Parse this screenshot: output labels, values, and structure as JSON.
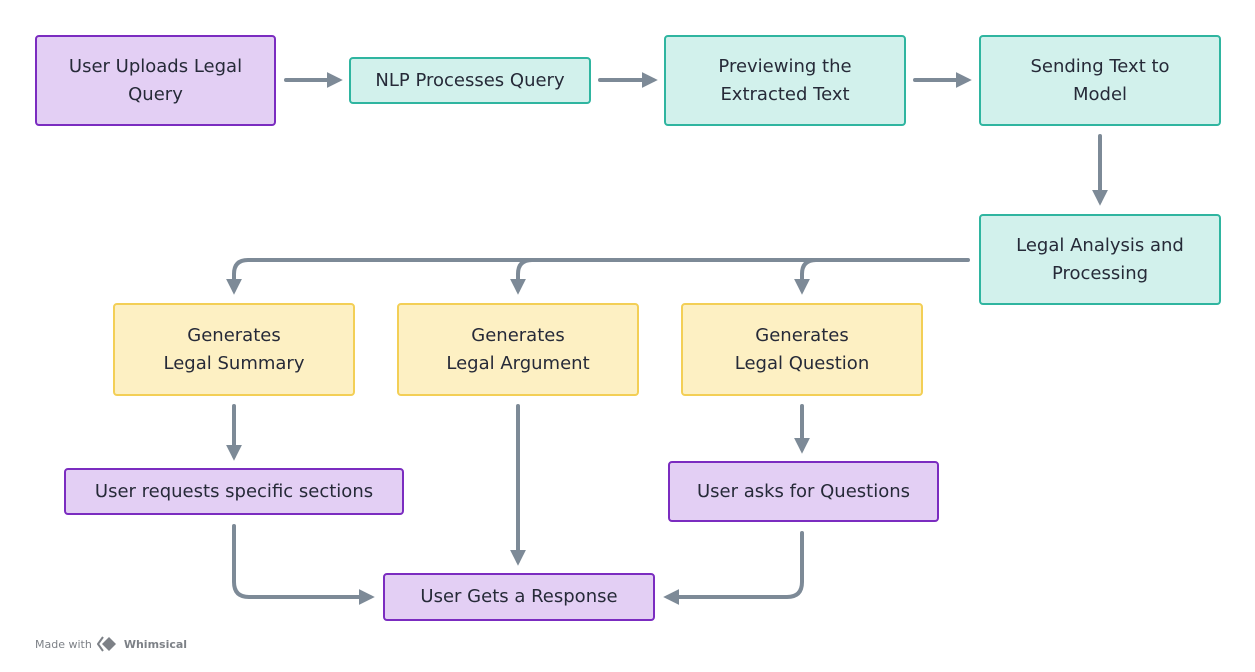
{
  "nodes": {
    "upload": {
      "label": "User Uploads Legal\nQuery",
      "style": "purple"
    },
    "nlp": {
      "label": "NLP Processes Query",
      "style": "teal"
    },
    "preview": {
      "label": "Previewing the\nExtracted Text",
      "style": "teal"
    },
    "sending": {
      "label": "Sending Text to\nModel",
      "style": "teal"
    },
    "analysis": {
      "label": "Legal Analysis and\nProcessing",
      "style": "teal"
    },
    "summary": {
      "label": "Generates\nLegal Summary",
      "style": "yellow"
    },
    "argument": {
      "label": "Generates\nLegal Argument",
      "style": "yellow"
    },
    "question": {
      "label": "Generates\nLegal Question",
      "style": "yellow"
    },
    "sections": {
      "label": "User requests specific sections",
      "style": "purple"
    },
    "asks": {
      "label": "User asks for Questions",
      "style": "purple"
    },
    "response": {
      "label": "User Gets a Response",
      "style": "purple"
    }
  },
  "colors": {
    "purple_fill": "#e3cff4",
    "purple_border": "#7b2cc0",
    "teal_fill": "#d2f1ec",
    "teal_border": "#2fb5a0",
    "yellow_fill": "#fdf0c3",
    "yellow_border": "#f3cf56",
    "connector": "#7d8a97"
  },
  "footer": {
    "made_with": "Made with",
    "brand": "Whimsical",
    "icon": "whimsical-logo-icon"
  }
}
